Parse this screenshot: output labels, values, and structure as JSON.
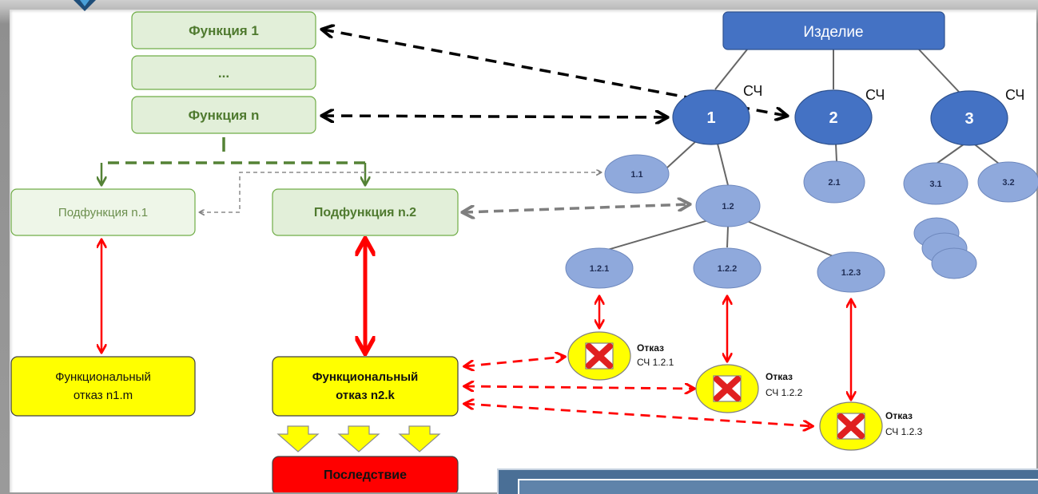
{
  "functions": {
    "func1": "Функция 1",
    "ellipsis": "...",
    "funcn": "Функция n"
  },
  "subfunctions": {
    "sub1": "Подфункция n.1",
    "sub2": "Подфункция n.2"
  },
  "failures": {
    "f1_line1": "Функциональный",
    "f1_line2": "отказ n1.m",
    "f2_line1": "Функциональный",
    "f2_line2": "отказ n2.k"
  },
  "consequence": "Последствие",
  "tree": {
    "root": "Изделие",
    "nodes": {
      "n1": "1",
      "n2": "2",
      "n3": "3",
      "n11": "1.1",
      "n12": "1.2",
      "n21": "2.1",
      "n31": "3.1",
      "n32": "3.2",
      "n121": "1.2.1",
      "n122": "1.2.2",
      "n123": "1.2.3"
    },
    "sch_label": "СЧ"
  },
  "failure_marks": {
    "fail_word": "Отказ",
    "f121": "СЧ 1.2.1",
    "f122": "СЧ 1.2.2",
    "f123": "СЧ 1.2.3"
  },
  "colors": {
    "function_box": "#e2efd9",
    "function_text": "#4f7a2f",
    "node_big": "#4472c4",
    "node_small": "#8fa9dc",
    "failure_box": "#ffff00",
    "consequence_box": "#ff0000",
    "red_arrow": "#ff0000",
    "dashed_black": "#000000",
    "dashed_green": "#548235",
    "dashed_grey": "#7f7f7f"
  }
}
